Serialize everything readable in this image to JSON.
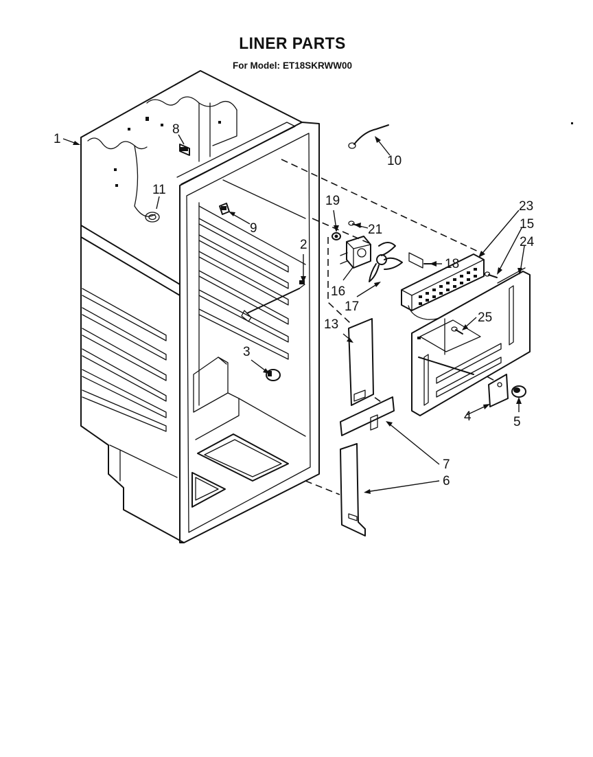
{
  "header": {
    "title": "LINER PARTS",
    "model_label": "For Model:",
    "model_number": "ET18SKRWW00"
  },
  "callouts": {
    "c1": "1",
    "c2": "2",
    "c3": "3",
    "c4": "4",
    "c5": "5",
    "c6": "6",
    "c7": "7",
    "c8": "8",
    "c9": "9",
    "c10": "10",
    "c11": "11",
    "c13": "13",
    "c15": "15",
    "c16": "16",
    "c17": "17",
    "c18": "18",
    "c19": "19",
    "c21": "21",
    "c23": "23",
    "c24": "24",
    "c25": "25"
  },
  "colors": {
    "ink": "#111111",
    "paper": "#ffffff"
  }
}
